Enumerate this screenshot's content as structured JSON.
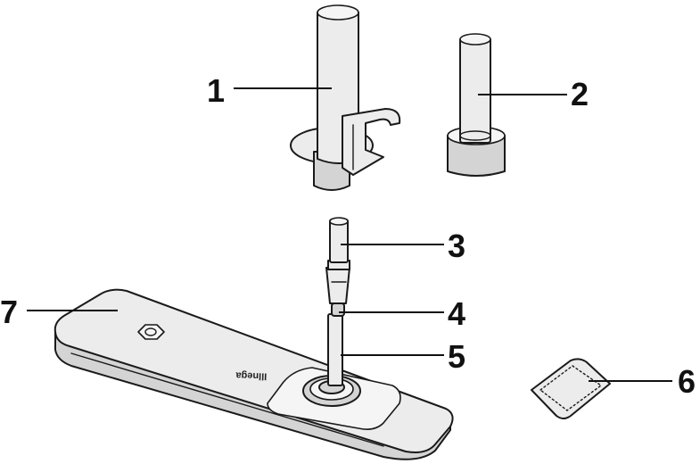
{
  "callouts": [
    {
      "id": "1",
      "label": "1"
    },
    {
      "id": "2",
      "label": "2"
    },
    {
      "id": "3",
      "label": "3"
    },
    {
      "id": "4",
      "label": "4"
    },
    {
      "id": "5",
      "label": "5"
    },
    {
      "id": "6",
      "label": "6"
    },
    {
      "id": "7",
      "label": "7"
    }
  ],
  "strip_logo": "Illnega"
}
